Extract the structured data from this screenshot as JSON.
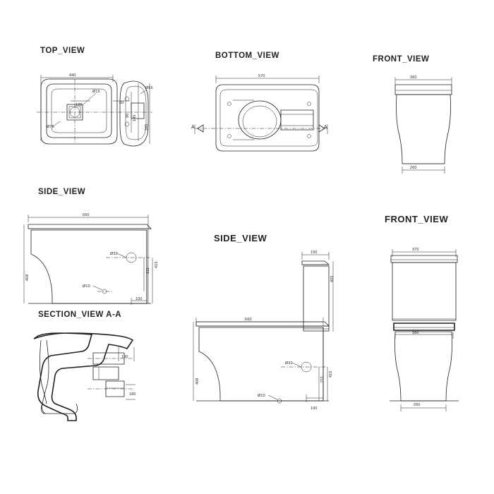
{
  "sheet": {
    "line_color": "#231f20",
    "background": "#ffffff"
  },
  "views": [
    {
      "id": "top_view",
      "title": "TOP_VIEW"
    },
    {
      "id": "bottom_view",
      "title": "BOTTOM_VIEW"
    },
    {
      "id": "front_view_pan",
      "title": "FRONT_VIEW"
    },
    {
      "id": "side_view_pan",
      "title": "SIDE_VIEW"
    },
    {
      "id": "front_view_full",
      "title": "FRONT_VIEW"
    },
    {
      "id": "section_view",
      "title": "SECTION_VIEW  A-A"
    },
    {
      "id": "side_view_full",
      "title": "SIDE_VIEW"
    }
  ],
  "dimensions": {
    "top_view": [
      {
        "id": "tv_width",
        "text": "440"
      },
      {
        "id": "tv_hole",
        "text": "Ø15"
      },
      {
        "id": "tv_bolt",
        "text": "Ø55"
      },
      {
        "id": "tv_120",
        "text": "120"
      },
      {
        "id": "tv_60",
        "text": "60"
      },
      {
        "id": "tv_d75",
        "text": "Ø75"
      },
      {
        "id": "tv_145",
        "text": "145"
      },
      {
        "id": "tv_90",
        "text": "90"
      },
      {
        "id": "tv_395",
        "text": "395"
      }
    ],
    "bottom_view": [
      {
        "id": "bv_width",
        "text": "570"
      },
      {
        "id": "bv_secA1",
        "text": "A"
      },
      {
        "id": "bv_secA2",
        "text": "A"
      }
    ],
    "front_view_pan": [
      {
        "id": "fvp_top",
        "text": "360"
      },
      {
        "id": "fvp_bottom",
        "text": "260"
      }
    ],
    "side_view_pan": [
      {
        "id": "svp_len",
        "text": "660"
      },
      {
        "id": "svp_h408",
        "text": "408"
      },
      {
        "id": "svp_d32",
        "text": "Ø32"
      },
      {
        "id": "svp_415",
        "text": "415"
      },
      {
        "id": "svp_211",
        "text": "211"
      },
      {
        "id": "svp_d10",
        "text": "Ø10"
      },
      {
        "id": "svp_100",
        "text": "100"
      }
    ],
    "section_view": [
      {
        "id": "sec_190",
        "text": "190"
      },
      {
        "id": "sec_180",
        "text": "180"
      }
    ],
    "side_view_full": [
      {
        "id": "svf_150",
        "text": "150"
      },
      {
        "id": "svf_405",
        "text": "405"
      },
      {
        "id": "svf_660",
        "text": "660"
      },
      {
        "id": "svf_408",
        "text": "408"
      },
      {
        "id": "svf_d32",
        "text": "Ø32"
      },
      {
        "id": "svf_415",
        "text": "415"
      },
      {
        "id": "svf_211",
        "text": "211"
      },
      {
        "id": "svf_d10",
        "text": "Ø10"
      },
      {
        "id": "svf_100",
        "text": "100"
      }
    ],
    "front_view_full": [
      {
        "id": "fvf_370",
        "text": "370"
      },
      {
        "id": "fvf_360",
        "text": "360"
      },
      {
        "id": "fvf_260",
        "text": "260"
      }
    ]
  }
}
